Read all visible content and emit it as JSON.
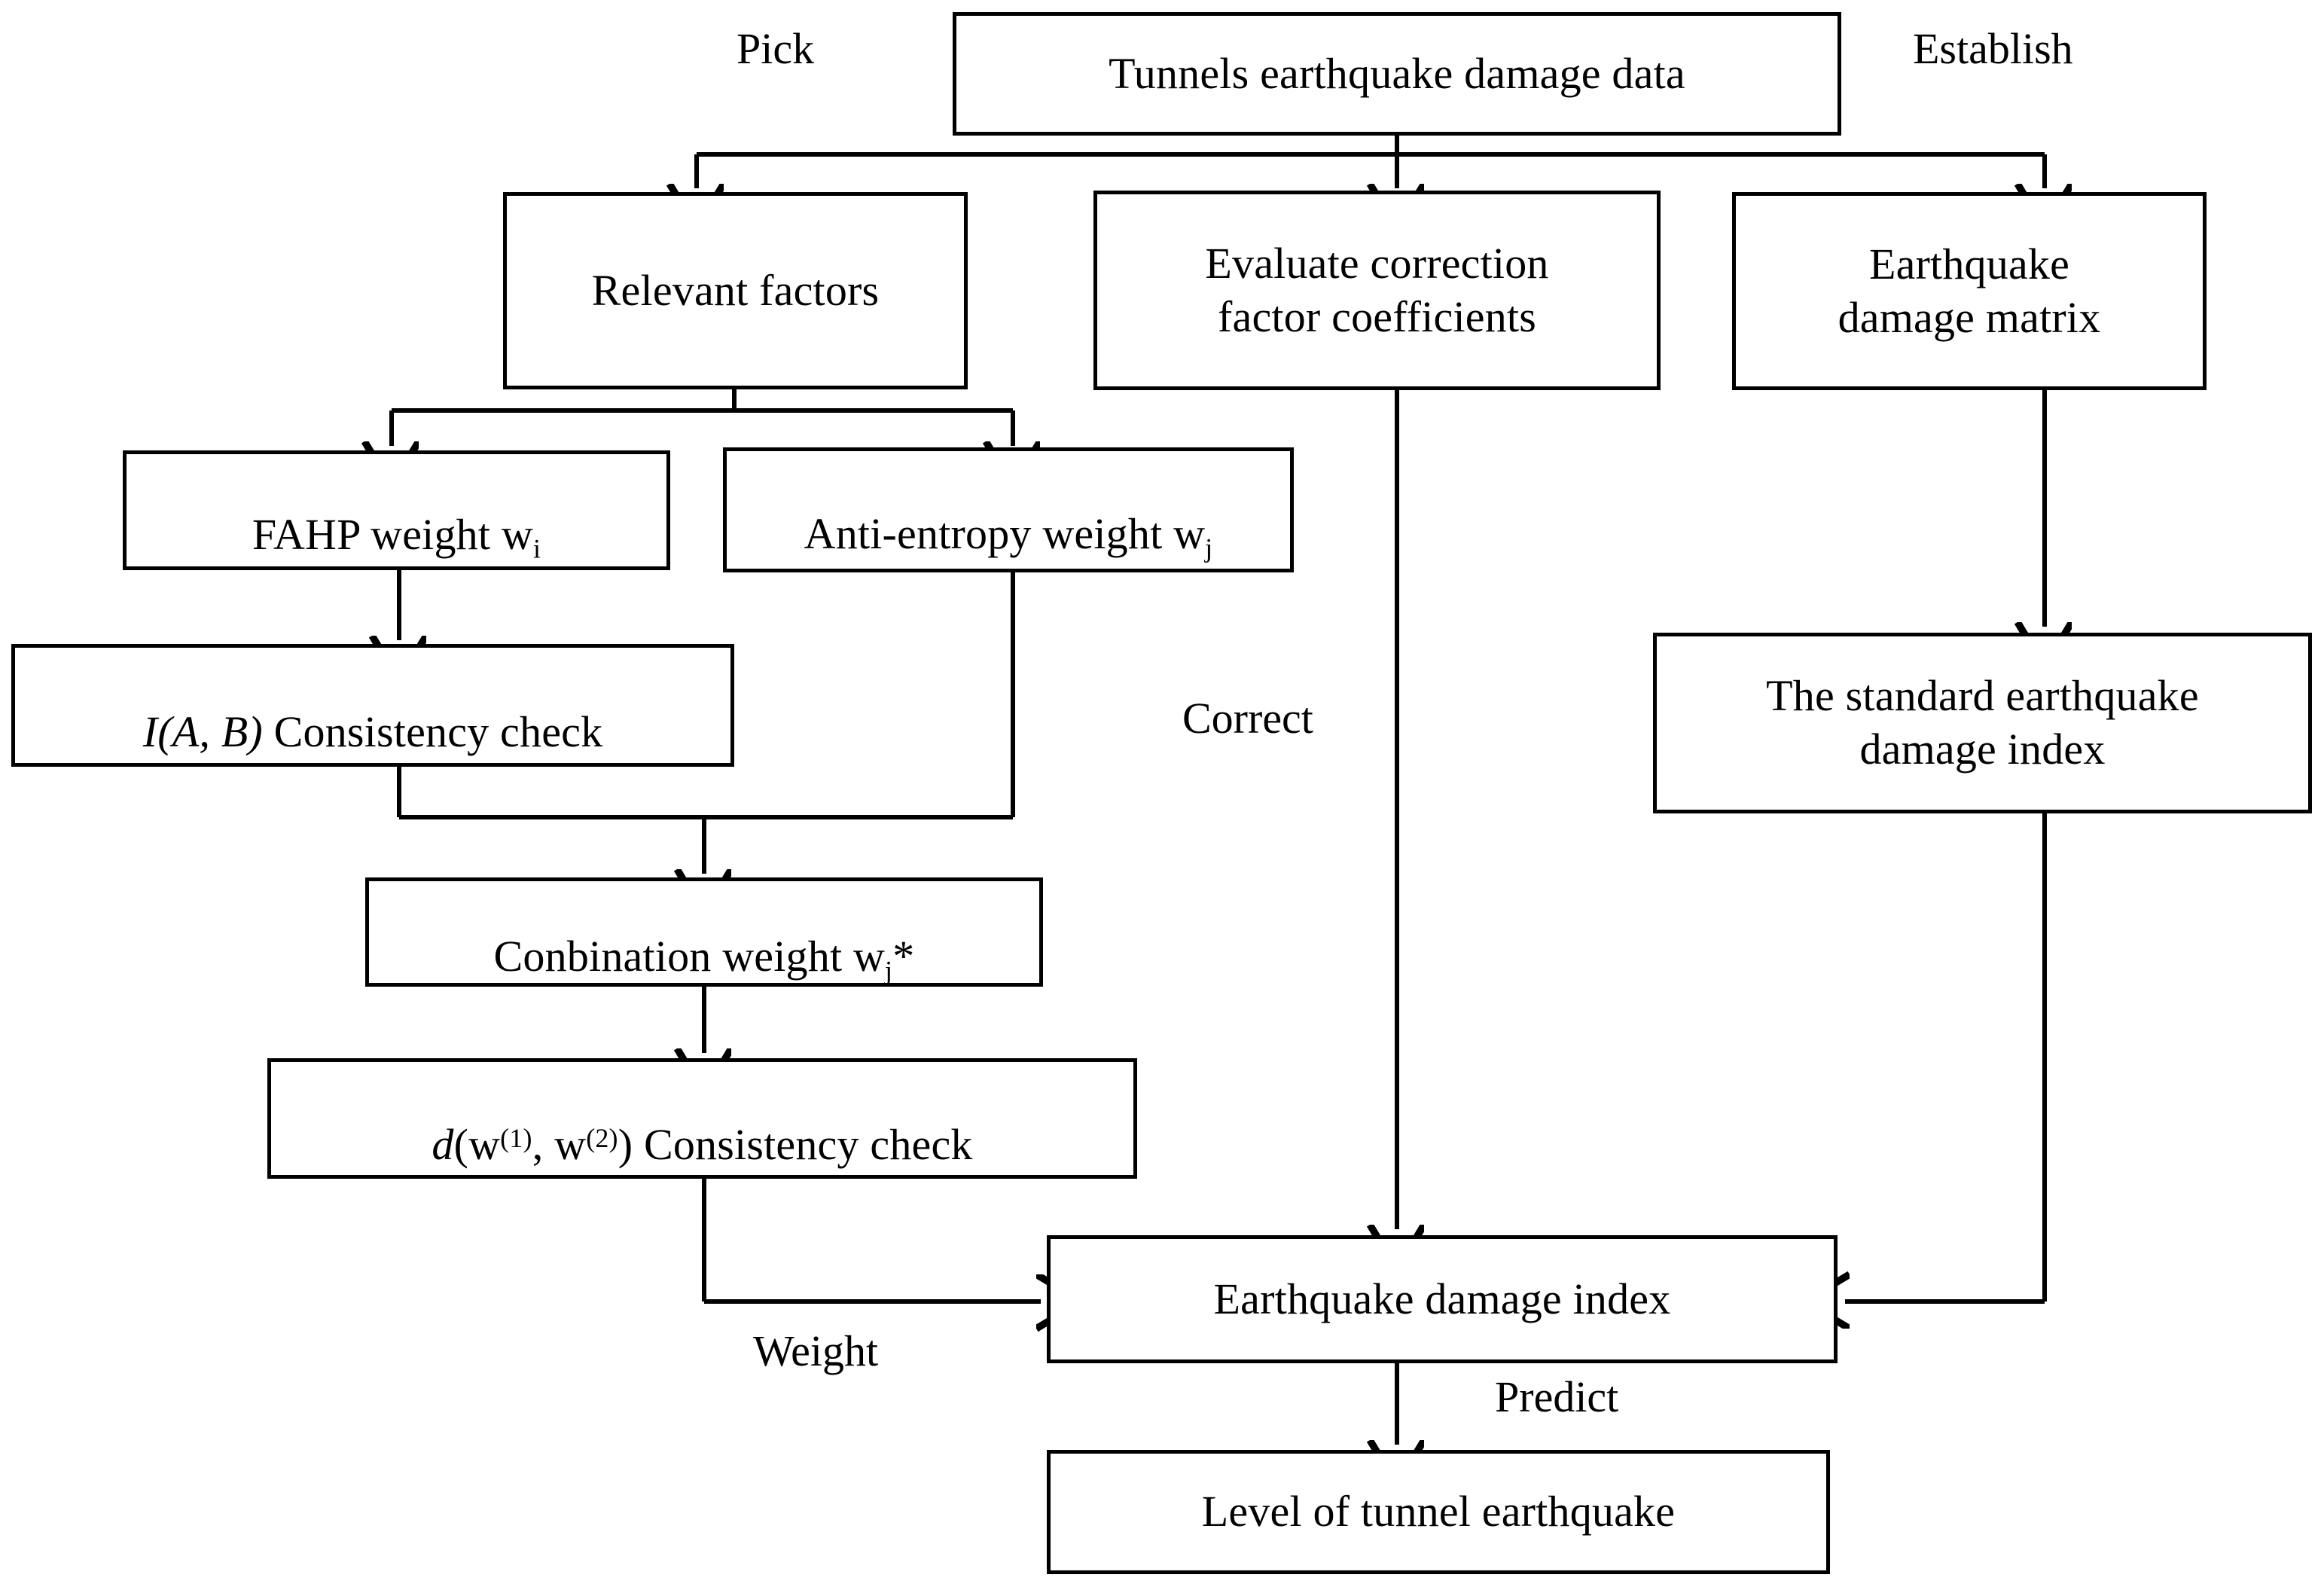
{
  "diagram": {
    "title": "Tunnel earthquake damage evaluation flowchart",
    "line_color": "#000000",
    "background_color": "#ffffff",
    "text_color": "#000000"
  },
  "nodes": {
    "tunnels_data": {
      "label": "Tunnels earthquake damage data"
    },
    "relevant_factors": {
      "label": "Relevant factors"
    },
    "evaluate_correction": {
      "label": "Evaluate correction\nfactor coefficients"
    },
    "damage_matrix": {
      "label": "Earthquake\ndamage matrix"
    },
    "fahp_weight": {
      "label_prefix": "FAHP weight w",
      "label_sub": "i"
    },
    "anti_entropy_weight": {
      "label_prefix": "Anti-entropy weight w",
      "label_sub": "j"
    },
    "iab_consistency": {
      "label_italic": "I(A, B)",
      "label_rest": " Consistency  check"
    },
    "combination_weight": {
      "label_prefix": "Conbination weight w",
      "label_sub": "j",
      "label_suffix": "*"
    },
    "d_consistency": {
      "label_italic": "d",
      "label_p1": "(w",
      "label_sup1": "(1)",
      "label_p2": ", w",
      "label_sup2": "(2)",
      "label_p3": ") Consistency  check"
    },
    "standard_index": {
      "label": "The standard earthquake\ndamage index"
    },
    "damage_index": {
      "label": "Earthquake damage index"
    },
    "tunnel_level": {
      "label": "Level of tunnel earthquake"
    }
  },
  "edge_labels": {
    "pick": "Pick",
    "establish": "Establish",
    "correct": "Correct",
    "weight": "Weight",
    "predict": "Predict"
  }
}
